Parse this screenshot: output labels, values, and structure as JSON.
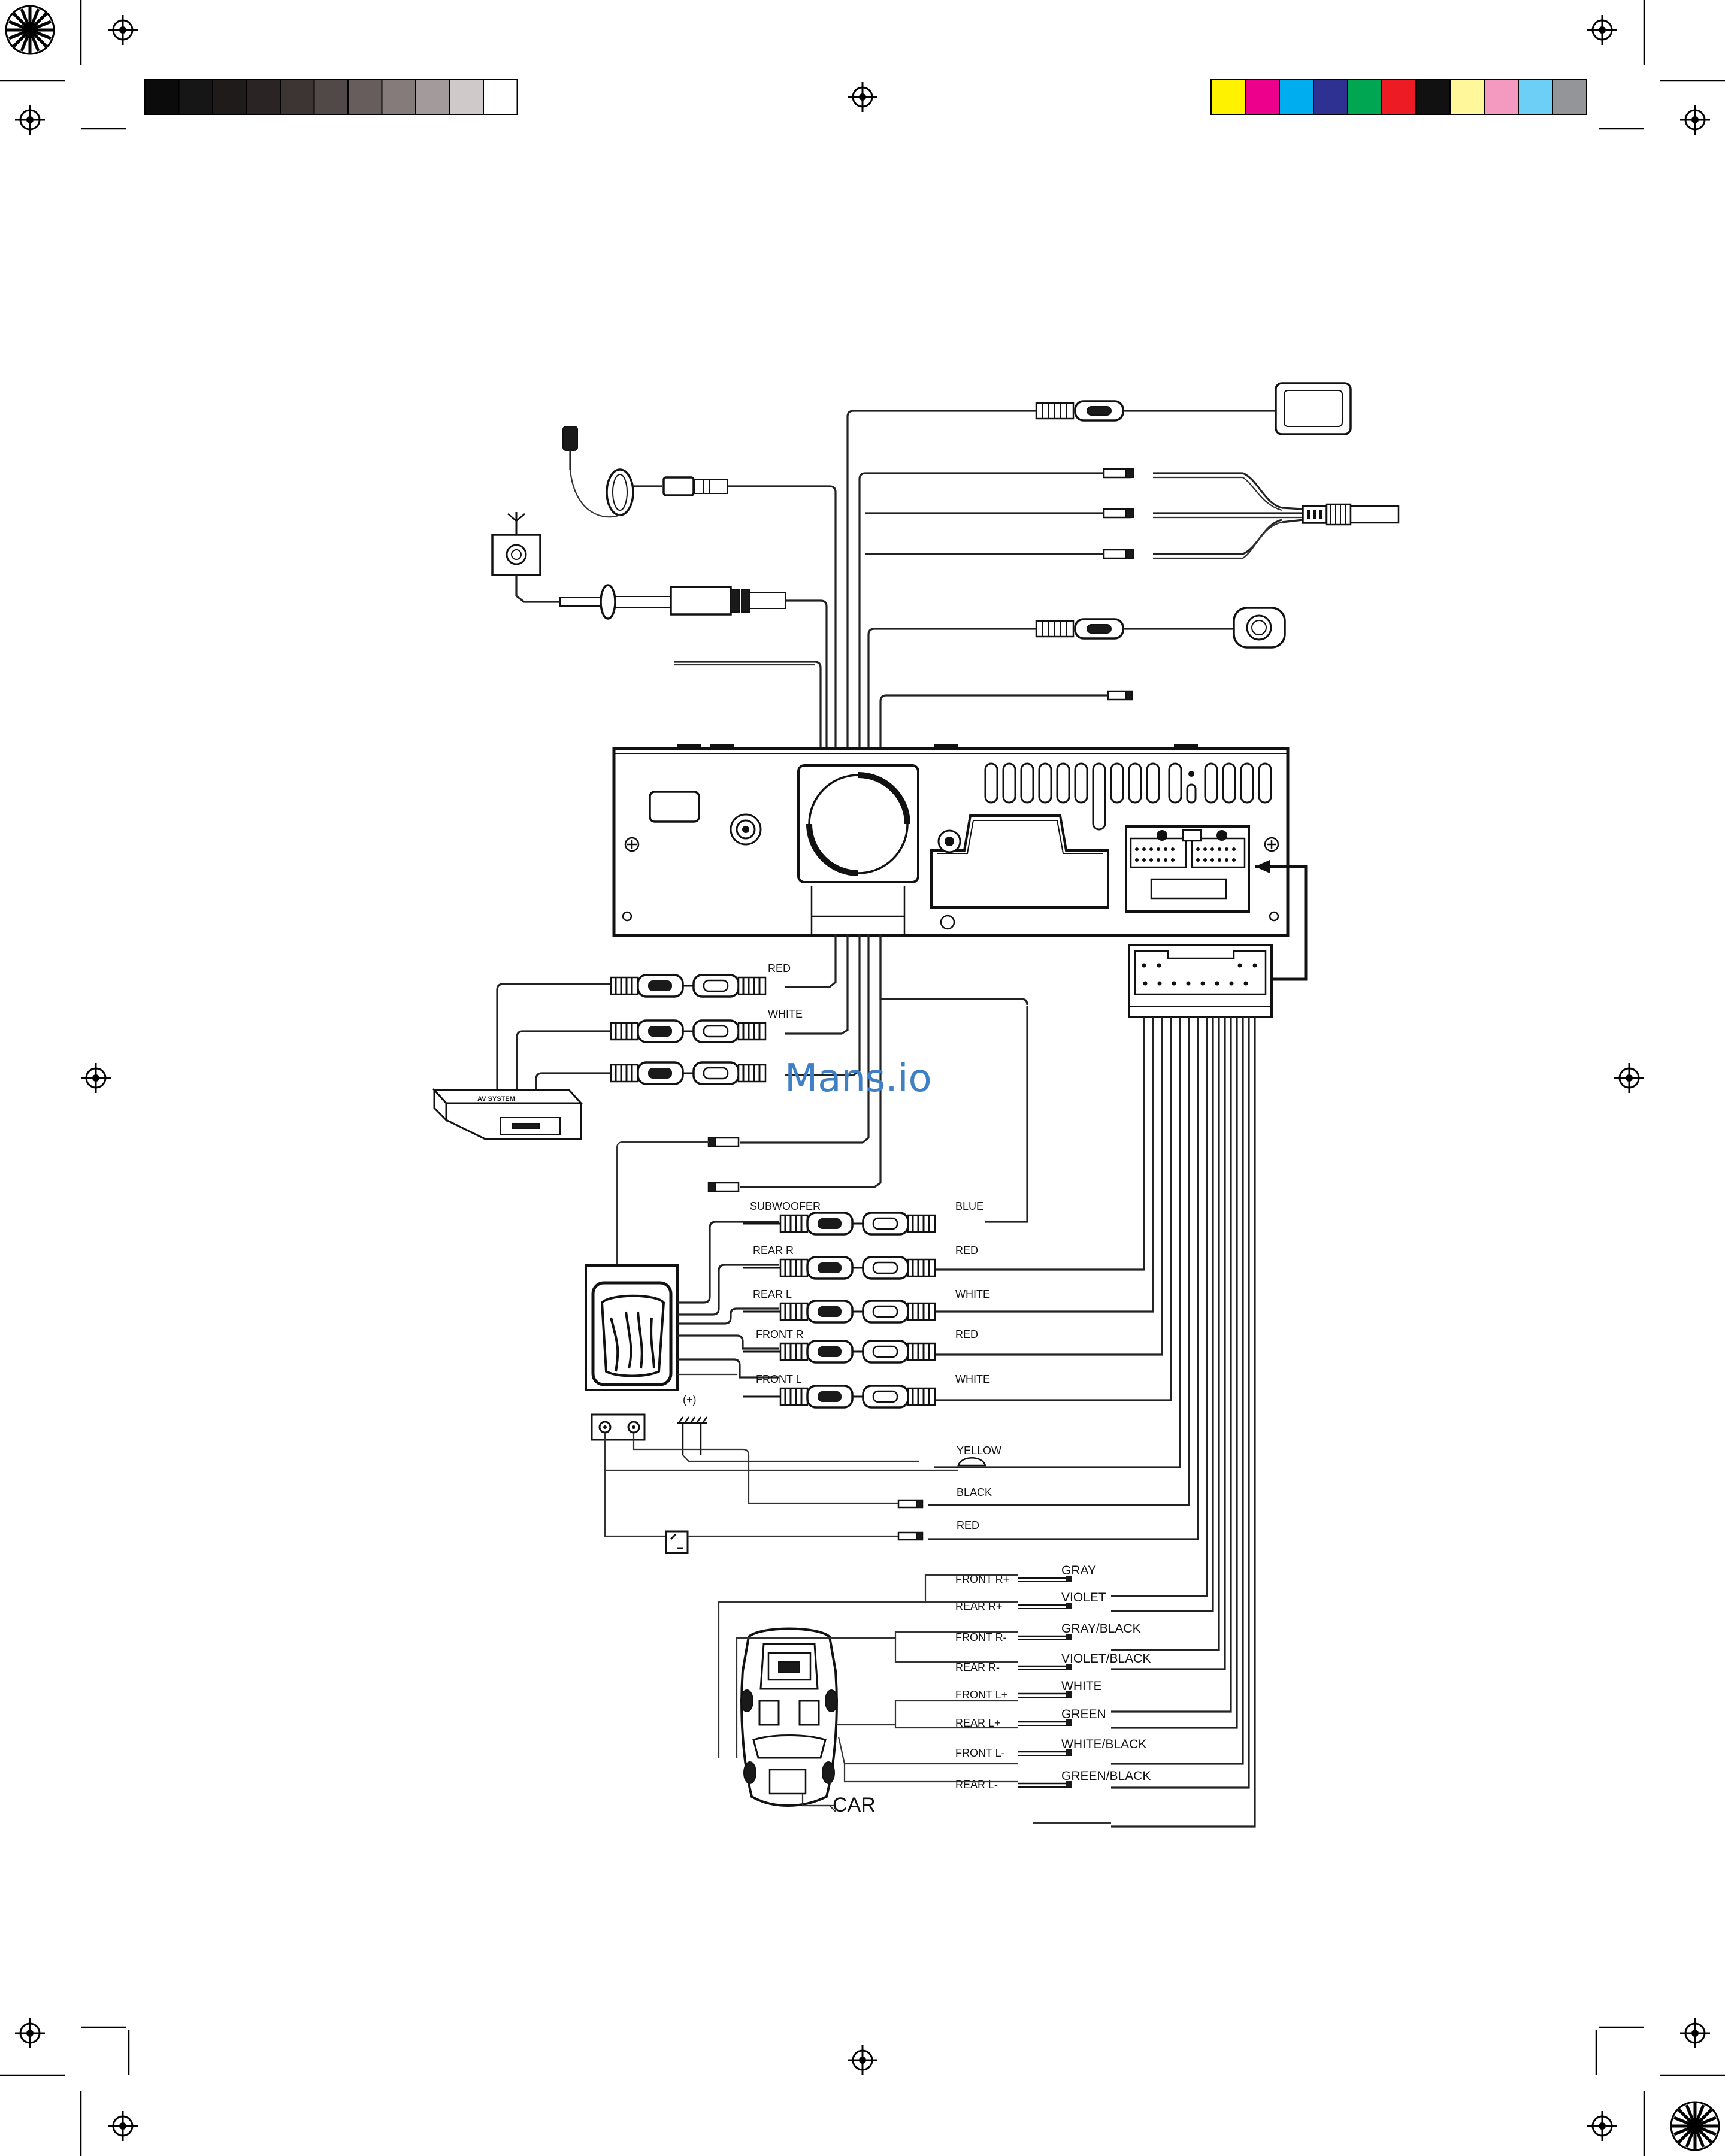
{
  "color_bars": {
    "grayscale": [
      "#0b0b0b",
      "#161616",
      "#1f1b1b",
      "#2b2424",
      "#3d3434",
      "#514848",
      "#675d5d",
      "#857b7b",
      "#a39b9b",
      "#cfc9c9",
      "#ffffff"
    ],
    "process": [
      "#fff200",
      "#ec008c",
      "#00aeef",
      "#2e3192",
      "#00a651",
      "#ed1c24",
      "#111111",
      "#fff799",
      "#f49ac1",
      "#6dcff6",
      "#939598"
    ]
  },
  "labels": {
    "rca_in": [
      "RED",
      "WHITE"
    ],
    "av_system": "AV SYSTEM",
    "rca_out_left": [
      "SUBWOOFER",
      "REAR R",
      "REAR L",
      "FRONT R",
      "FRONT L"
    ],
    "rca_out_right": [
      "BLUE",
      "RED",
      "WHITE",
      "RED",
      "WHITE"
    ],
    "battery_polarity": "(+)",
    "power": [
      "YELLOW",
      "BLACK",
      "RED"
    ],
    "speaker_channels": [
      "FRONT R+",
      "REAR R+",
      "FRONT R-",
      "REAR R-",
      "FRONT L+",
      "REAR L+",
      "FRONT L-",
      "REAR L-"
    ],
    "speaker_colors": [
      "GRAY",
      "VIOLET",
      "GRAY/BLACK",
      "VIOLET/BLACK",
      "WHITE",
      "GREEN",
      "WHITE/BLACK",
      "GREEN/BLACK"
    ],
    "car": "CAR"
  },
  "watermark": "Mans.io"
}
